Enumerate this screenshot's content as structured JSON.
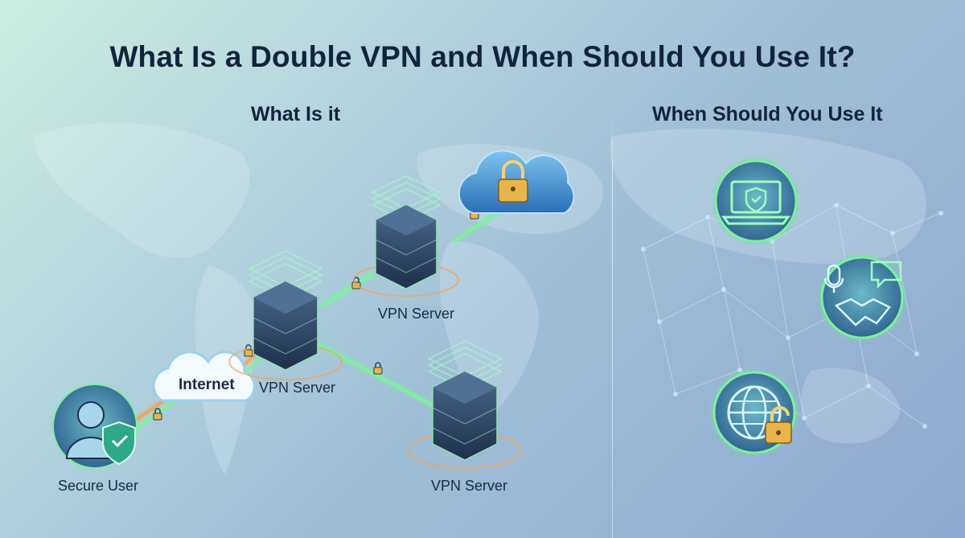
{
  "title": "What Is a Double VPN and When Should You Use It?",
  "sections": {
    "left_title": "What Is it",
    "right_title": "When Should You Use It"
  },
  "labels": {
    "secure_user": "Secure User",
    "internet": "Internet",
    "vpn_server_1": "VPN Server",
    "vpn_server_2": "VPN Server",
    "vpn_server_3": "VPN Server"
  },
  "icons": {
    "user": "user-shield-icon",
    "cloud": "cloud-lock-icon",
    "use_case_1": "laptop-shield-icon",
    "use_case_2": "communication-handshake-icon",
    "use_case_3": "globe-unlock-icon"
  },
  "colors": {
    "title": "#13233c",
    "glow_green": "#7ef0a0",
    "server_dark": "#2b3d5c",
    "accent_orange": "#f3a35a",
    "lock_gold": "#e8b54a"
  }
}
